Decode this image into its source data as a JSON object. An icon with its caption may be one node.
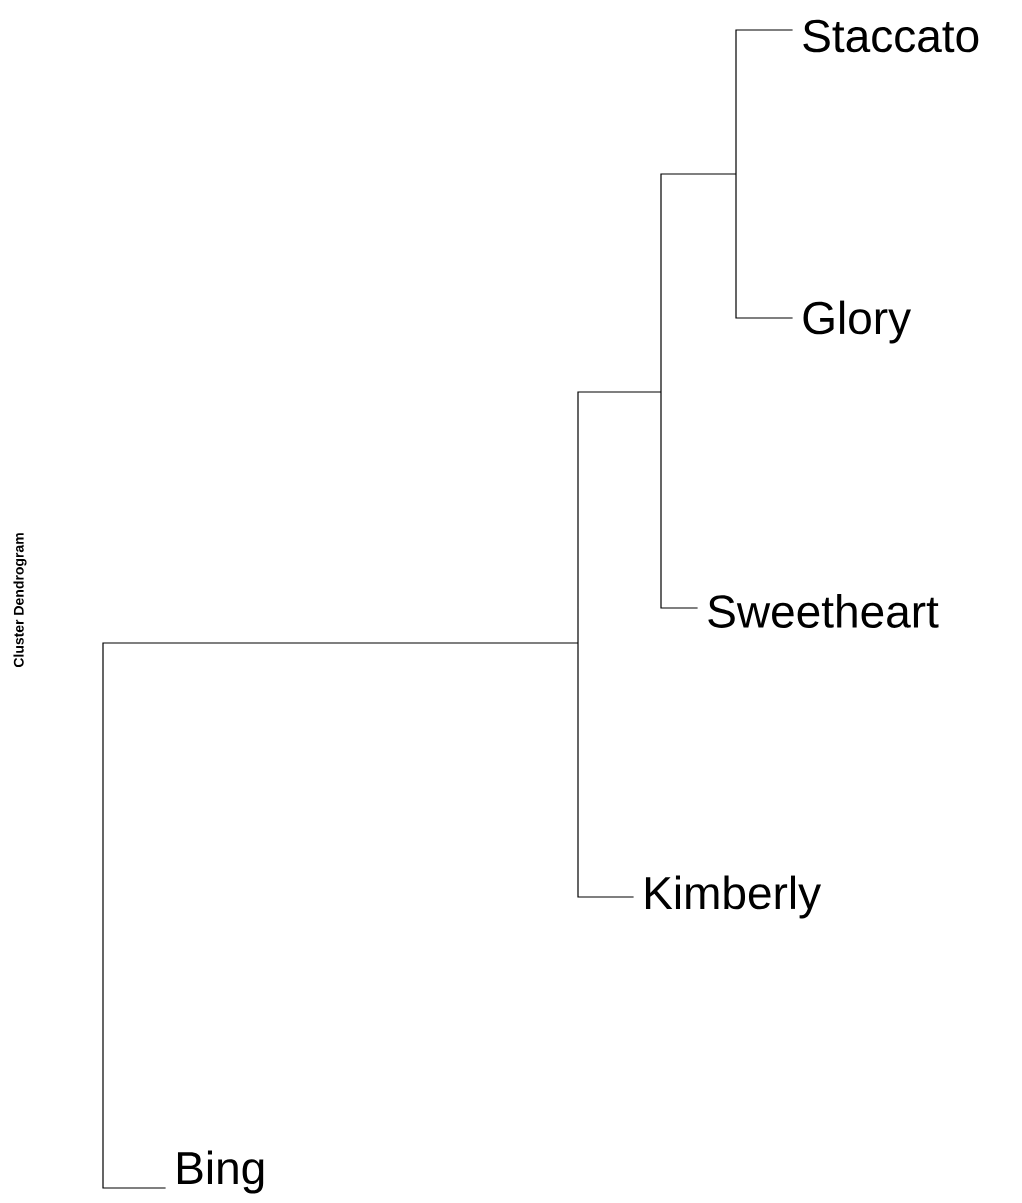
{
  "diagram": {
    "title": "Cluster Dendrogram",
    "labels": [
      "Staccato",
      "Glory",
      "Sweetheart",
      "Kimberly",
      "Bing"
    ]
  }
}
